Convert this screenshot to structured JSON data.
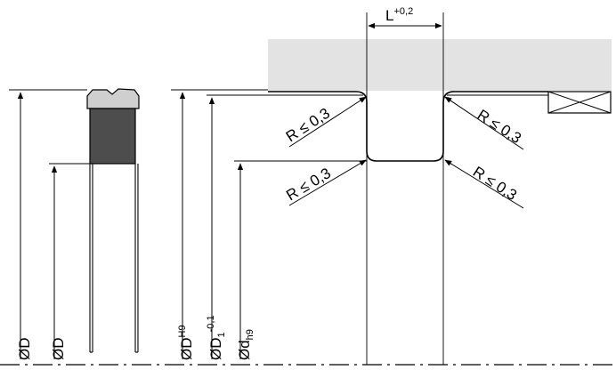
{
  "colors": {
    "line": "#000000",
    "housing_fill": "#e3e3e3",
    "seal_body": "#4d4d4d",
    "seal_profile": "#cfcfcf",
    "background": "#ffffff"
  },
  "labels": {
    "groove_length": {
      "main": "L",
      "tol": "+0,2"
    },
    "radii": {
      "top_left": "R ≤ 0,3",
      "top_right": "R ≤ 0,3",
      "bottom_left": "R ≤ 0,3",
      "bottom_right": "R ≤ 0,3"
    },
    "diameters": {
      "seal_outer": "ØD",
      "seal_inner": "ØD",
      "bore": {
        "main": "ØD",
        "tol": "H9"
      },
      "groove": {
        "main": "ØD",
        "sub": "1",
        "tol": "-0,1"
      },
      "rod": {
        "main": "Ød",
        "sub": "h9"
      }
    }
  }
}
